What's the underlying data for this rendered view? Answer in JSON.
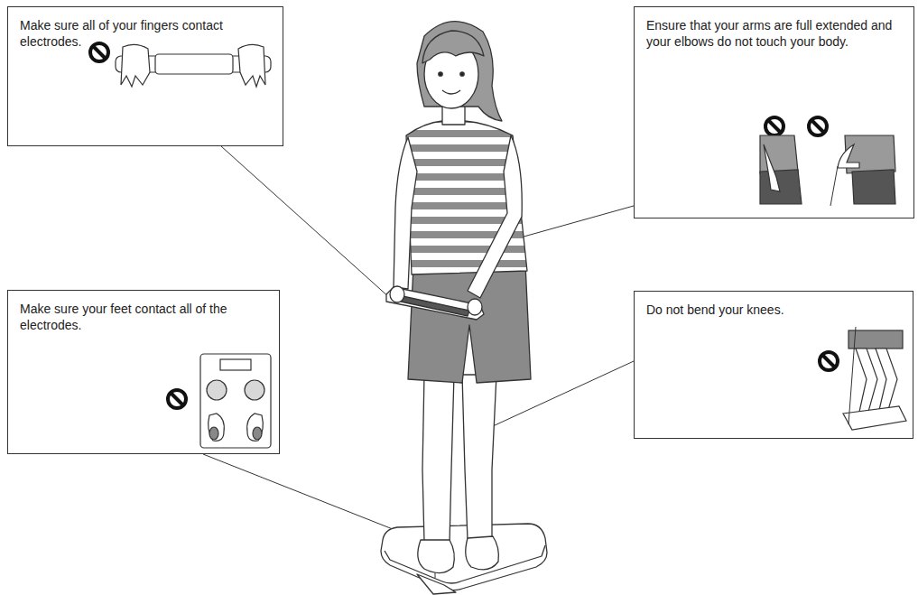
{
  "diagram": {
    "nodes": [
      {
        "text": [
          "Make sure all of your fingers contact electrodes."
        ]
      },
      {
        "text": [
          "Ensure that your arms are full extended and your elbows do not touch your body."
        ]
      },
      {
        "text": [
          "Make sure your feet contact all of the electrodes."
        ]
      },
      {
        "text": [
          "Do not bend your knees."
        ]
      }
    ]
  }
}
